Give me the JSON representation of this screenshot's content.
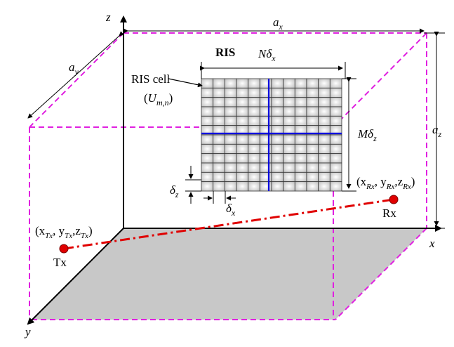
{
  "labels": {
    "axis_x": "x",
    "axis_y": "y",
    "axis_z": "z",
    "dim_ax": "a",
    "dim_ax_sub": "x",
    "dim_ay": "a",
    "dim_ay_sub": "y",
    "dim_az": "a",
    "dim_az_sub": "z",
    "ris_title": "RIS",
    "ris_cell_label": "RIS cell",
    "ris_cell_sym_open": "(",
    "ris_cell_sym": "U",
    "ris_cell_sub": "m,n",
    "ris_cell_sym_close": ")",
    "n_delta": "Nδ",
    "n_delta_sub": "x",
    "m_delta": "Mδ",
    "m_delta_sub": "z",
    "delta_z": "δ",
    "delta_z_sub": "z",
    "delta_x": "δ",
    "delta_x_sub": "x",
    "tx_coords": "(x",
    "tx_sub1": "Tx",
    "tx_mid1": ", y",
    "tx_sub2": "Tx",
    "tx_mid2": ",z",
    "tx_sub3": "Tx",
    "tx_close": ")",
    "rx_coords": "(x",
    "rx_sub1": "Rx",
    "rx_mid1": ", y",
    "rx_sub2": "Rx",
    "rx_mid2": ",z",
    "rx_sub3": "Rx",
    "rx_close": ")",
    "tx": "Tx",
    "rx": "Rx"
  },
  "ris_grid": {
    "columns": 12,
    "rows": 12
  },
  "colors": {
    "room_edges": "#e020e0",
    "floor": "#c8c8c8",
    "link": "#e00000",
    "node": "#e00000",
    "ris_center_lines": "#0000e0",
    "ris_cell": "#d8d8d8",
    "axis": "#000000"
  }
}
